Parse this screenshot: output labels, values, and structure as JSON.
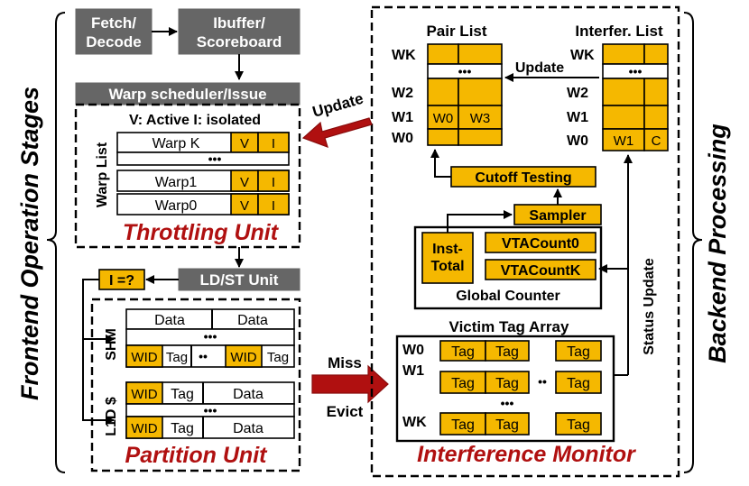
{
  "labels": {
    "frontend": "Frontend Operation Stages",
    "backend": "Backend Processing",
    "fetch_decode": [
      "Fetch/",
      "Decode"
    ],
    "ibuffer": [
      "Ibuffer/",
      "Scoreboard"
    ],
    "warp_scheduler": "Warp scheduler/Issue",
    "active_isolated": "V: Active I: isolated",
    "warp_list": "Warp List",
    "throttling_unit": "Throttling Unit",
    "ldst_unit": "LD/ST Unit",
    "i_check": "I =?",
    "partition_unit": "Partition Unit",
    "shm": "SHM",
    "l1d": "L1D $",
    "pair_list": "Pair List",
    "interfer_list": "Interfer. List",
    "update": "Update",
    "cutoff_testing": "Cutoff Testing",
    "sampler": "Sampler",
    "inst_total": [
      "Inst-",
      "Total"
    ],
    "vta_count0": "VTACount0",
    "vta_countk": "VTACountK",
    "global_counter": "Global Counter",
    "victim_tag_array": "Victim Tag Array",
    "status_update": "Status Update",
    "interference_monitor": "Interference Monitor",
    "miss": "Miss",
    "evict": "Evict",
    "dots": "•••",
    "dots2": "••"
  },
  "warps": [
    {
      "name": "Warp K",
      "v": "V",
      "i": "I"
    },
    {
      "name": "Warp1",
      "v": "V",
      "i": "I"
    },
    {
      "name": "Warp0",
      "v": "V",
      "i": "I"
    }
  ],
  "shm_row": {
    "data1": "Data",
    "data2": "Data",
    "wid": "WID",
    "tag": "Tag"
  },
  "l1d_row": {
    "wid": "WID",
    "tag": "Tag",
    "data": "Data"
  },
  "pair_rows": [
    "WK",
    "W2",
    "W1",
    "W0"
  ],
  "pair_w1": [
    "W0",
    "W3"
  ],
  "interf_rows": [
    "WK",
    "W2",
    "W1",
    "W0"
  ],
  "interf_w0": [
    "W1",
    "C"
  ],
  "vta_rows": [
    "W0",
    "W1",
    "WK"
  ],
  "vta_tag": "Tag",
  "colors": {
    "accent": "#f5b800",
    "header_gray": "#666666",
    "title_red": "#b01010"
  }
}
